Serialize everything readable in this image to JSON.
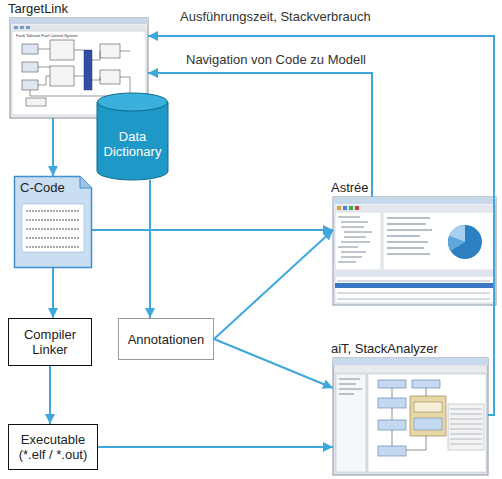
{
  "diagram": {
    "nodes": [
      {
        "text": [
          "TargetLink"
        ]
      },
      {
        "text": [
          "Data Dictionary"
        ]
      },
      {
        "text": [
          "C-Code"
        ]
      },
      {
        "text": [
          "Compiler Linker"
        ]
      },
      {
        "text": [
          "Annotationen"
        ]
      },
      {
        "text": [
          "Executable (*.elf / *.out)"
        ]
      },
      {
        "text": [
          "Astrée"
        ]
      },
      {
        "text": [
          "aiT, StackAnalyzer"
        ]
      }
    ],
    "edges": [
      {
        "from": 0,
        "to": 2,
        "arrow": "to"
      },
      {
        "from": 1,
        "to": 4,
        "arrow": "to"
      },
      {
        "from": 2,
        "to": 3,
        "arrow": "to"
      },
      {
        "from": 2,
        "to": 6,
        "arrow": "to"
      },
      {
        "from": 3,
        "to": 5,
        "arrow": "to"
      },
      {
        "from": 4,
        "to": 6,
        "arrow": "to"
      },
      {
        "from": 4,
        "to": 7,
        "arrow": "to"
      },
      {
        "from": 5,
        "to": 7,
        "arrow": "to"
      },
      {
        "from": 6,
        "to": 0,
        "label": "Navigation von Code zu Modell",
        "arrow": "to"
      },
      {
        "from": 7,
        "to": 0,
        "label": "Ausführungszeit, Stackverbrauch",
        "arrow": "to"
      }
    ],
    "labels": [
      "Fault Tolerant Fuel Control System"
    ]
  }
}
